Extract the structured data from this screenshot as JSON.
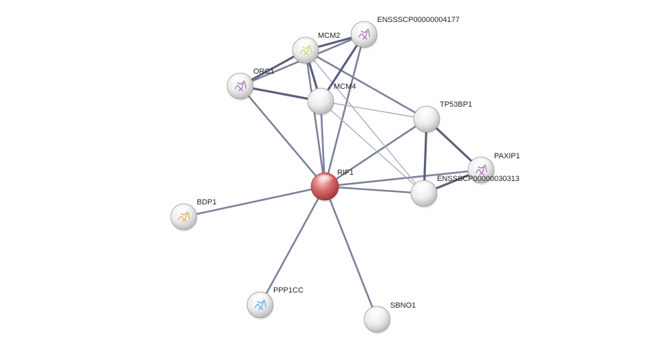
{
  "network": {
    "query_node": "RIF1",
    "nodes": [
      {
        "id": "MCM2",
        "label": "MCM2",
        "query": false,
        "has_structure": true,
        "structure_color": "#c8d84a"
      },
      {
        "id": "ENSSSCP00000004177",
        "label": "ENSSSCP00000004177",
        "query": false,
        "has_structure": true,
        "structure_color": "#9b59b6"
      },
      {
        "id": "ORC1",
        "label": "ORC1",
        "query": false,
        "has_structure": true,
        "structure_color": "#9b59b6"
      },
      {
        "id": "MCM4",
        "label": "MCM4",
        "query": false,
        "has_structure": false
      },
      {
        "id": "TP53BP1",
        "label": "TP53BP1",
        "query": false,
        "has_structure": false
      },
      {
        "id": "PAXIP1",
        "label": "PAXIP1",
        "query": false,
        "has_structure": true,
        "structure_color": "#9b59b6"
      },
      {
        "id": "RIF1",
        "label": "RIF1",
        "query": true,
        "has_structure": false
      },
      {
        "id": "ENSSSCP00000030313",
        "label": "ENSSSCP00000030313",
        "query": false,
        "has_structure": false
      },
      {
        "id": "BDP1",
        "label": "BDP1",
        "query": false,
        "has_structure": true,
        "structure_color": "#d9a441"
      },
      {
        "id": "PPP1CC",
        "label": "PPP1CC",
        "query": false,
        "has_structure": true,
        "structure_color": "#3fa0d8"
      },
      {
        "id": "SBNO1",
        "label": "SBNO1",
        "query": false,
        "has_structure": false
      }
    ],
    "edges": [
      {
        "source": "RIF1",
        "target": "MCM2",
        "strength": "medium"
      },
      {
        "source": "RIF1",
        "target": "ENSSSCP00000004177",
        "strength": "medium"
      },
      {
        "source": "RIF1",
        "target": "ORC1",
        "strength": "medium"
      },
      {
        "source": "RIF1",
        "target": "MCM4",
        "strength": "medium"
      },
      {
        "source": "RIF1",
        "target": "TP53BP1",
        "strength": "medium"
      },
      {
        "source": "RIF1",
        "target": "PAXIP1",
        "strength": "medium"
      },
      {
        "source": "RIF1",
        "target": "ENSSSCP00000030313",
        "strength": "medium"
      },
      {
        "source": "RIF1",
        "target": "BDP1",
        "strength": "medium"
      },
      {
        "source": "RIF1",
        "target": "PPP1CC",
        "strength": "medium"
      },
      {
        "source": "RIF1",
        "target": "SBNO1",
        "strength": "medium"
      },
      {
        "source": "MCM2",
        "target": "ENSSSCP00000004177",
        "strength": "strong"
      },
      {
        "source": "MCM2",
        "target": "ORC1",
        "strength": "strong"
      },
      {
        "source": "MCM2",
        "target": "MCM4",
        "strength": "strong"
      },
      {
        "source": "MCM2",
        "target": "TP53BP1",
        "strength": "medium"
      },
      {
        "source": "MCM2",
        "target": "ENSSSCP00000030313",
        "strength": "weak"
      },
      {
        "source": "ENSSSCP00000004177",
        "target": "MCM4",
        "strength": "strong"
      },
      {
        "source": "ENSSSCP00000004177",
        "target": "ORC1",
        "strength": "medium"
      },
      {
        "source": "ORC1",
        "target": "MCM4",
        "strength": "strong"
      },
      {
        "source": "MCM4",
        "target": "TP53BP1",
        "strength": "weak"
      },
      {
        "source": "MCM4",
        "target": "ENSSSCP00000030313",
        "strength": "weak"
      },
      {
        "source": "TP53BP1",
        "target": "PAXIP1",
        "strength": "strong"
      },
      {
        "source": "TP53BP1",
        "target": "ENSSSCP00000030313",
        "strength": "strong"
      },
      {
        "source": "PAXIP1",
        "target": "ENSSSCP00000030313",
        "strength": "strong"
      }
    ]
  },
  "colors": {
    "node_fill": "#e8e8e8",
    "node_stroke": "#9a9a9a",
    "query_fill": "#d96a6a",
    "query_stroke": "#9e3b3b",
    "edge_strong": "#5a607a",
    "edge_medium": "#7b8199",
    "edge_weak": "#a9adbd",
    "label": "#222222"
  }
}
